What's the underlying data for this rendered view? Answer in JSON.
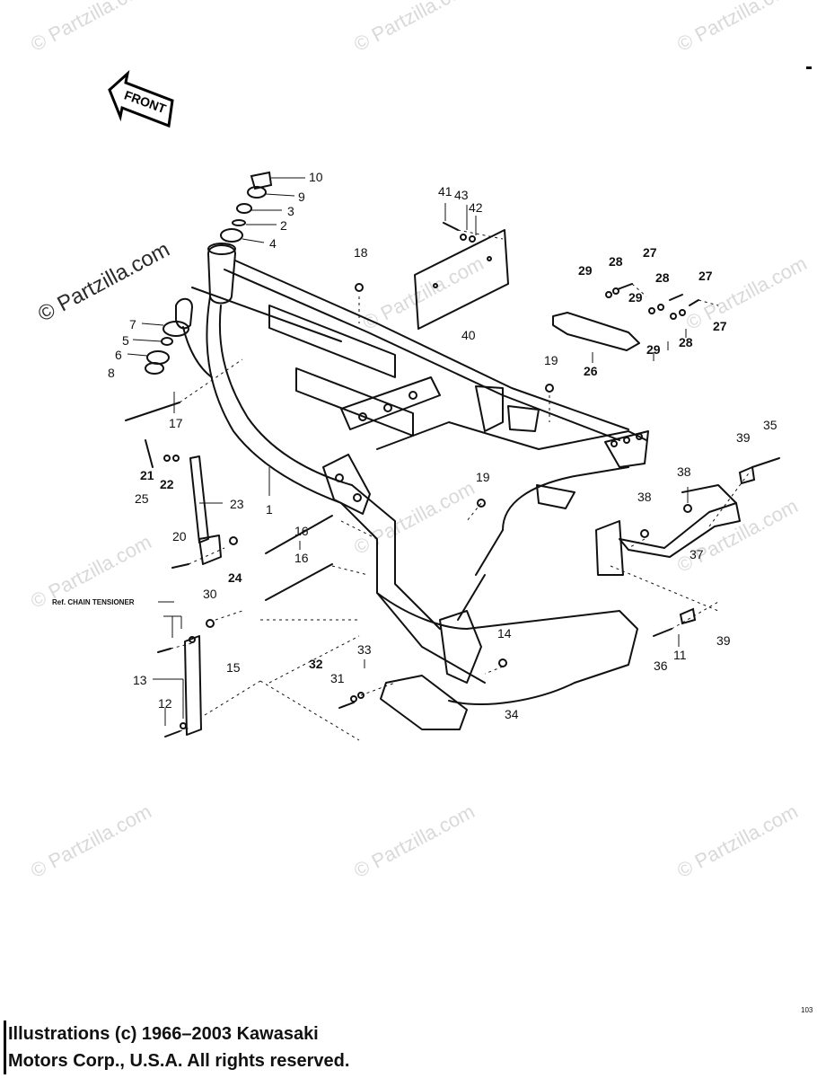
{
  "watermark": "© Partzilla.com",
  "front_label": "FRONT",
  "callouts": {
    "c1": "1",
    "c2": "2",
    "c3": "3",
    "c4": "4",
    "c5": "5",
    "c6": "6",
    "c7": "7",
    "c8": "8",
    "c9": "9",
    "c10": "10",
    "c11": "11",
    "c12": "12",
    "c13": "13",
    "c14": "14",
    "c15": "15",
    "c16a": "16",
    "c16b": "16",
    "c17": "17",
    "c18": "18",
    "c19a": "19",
    "c19b": "19",
    "c20": "20",
    "c21": "21",
    "c22": "22",
    "c23": "23",
    "c24": "24",
    "c25": "25",
    "c26": "26",
    "c27a": "27",
    "c27b": "27",
    "c27c": "27",
    "c28a": "28",
    "c28b": "28",
    "c28c": "28",
    "c29a": "29",
    "c29b": "29",
    "c29c": "29",
    "c30": "30",
    "c31": "31",
    "c32": "32",
    "c33": "33",
    "c34": "34",
    "c35": "35",
    "c36": "36",
    "c37": "37",
    "c38a": "38",
    "c38b": "38",
    "c39a": "39",
    "c39b": "39",
    "c40": "40",
    "c41": "41",
    "c42": "42",
    "c43": "43"
  },
  "ref_note": "Ref. CHAIN TENSIONER",
  "page_number": "103",
  "copyright_line1": "Illustrations (c) 1966–2003 Kawasaki",
  "copyright_line2": "Motors Corp., U.S.A.  All rights reserved."
}
